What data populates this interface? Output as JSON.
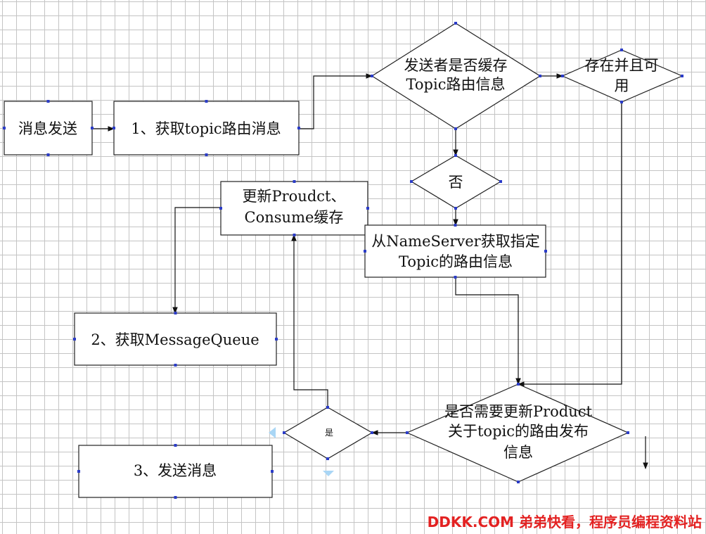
{
  "nodes": {
    "send_message": "消息发送",
    "get_route": "1、获取topic路由消息",
    "sender_cached_l1": "发送者是否缓存",
    "sender_cached_l2": "Topic路由信息",
    "exists_available_l1": "存在并且可",
    "exists_available_l2": "用",
    "no": "否",
    "update_cache_l1": "更新Proudct、",
    "update_cache_l2": "Consume缓存",
    "from_nameserver_l1": "从NameServer获取指定",
    "from_nameserver_l2": "Topic的路由信息",
    "get_queue": "2、获取MessageQueue",
    "need_update_l1": "是否需要更新Product",
    "need_update_l2": "关于topic的路由发布",
    "need_update_l3": "信息",
    "yes": "是",
    "send": "3、发送消息"
  },
  "watermark": "DDKK.COM 弟弟快看，程序员编程资料站"
}
